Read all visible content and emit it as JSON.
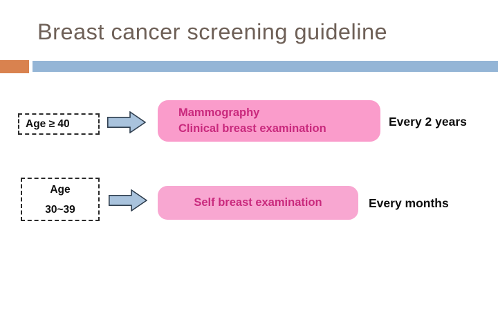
{
  "slide": {
    "title": "Breast cancer screening guideline"
  },
  "colors": {
    "title_color": "#6E6057",
    "accent_orange": "#D9824F",
    "accent_blue": "#94B5D6",
    "pink_box_1": "#FA9CCB",
    "pink_box_2": "#F8A7D1",
    "magenta_text": "#C9297D",
    "arrow_fill": "#A9C3DD",
    "arrow_stroke": "#2F3E4E",
    "text_black": "#0D0D0D",
    "dashed_border": "#2A2A2A"
  },
  "icons": {
    "arrow_right": "block-arrow-right"
  },
  "rows": [
    {
      "age": {
        "lines": [
          "Age ≥ 40"
        ]
      },
      "screening": {
        "lines": [
          "Mammography",
          "Clinical breast examination"
        ]
      },
      "frequency": "Every 2 years"
    },
    {
      "age": {
        "lines": [
          "Age",
          "30~39"
        ]
      },
      "screening": {
        "lines": [
          "Self breast examination"
        ]
      },
      "frequency": "Every months"
    }
  ]
}
